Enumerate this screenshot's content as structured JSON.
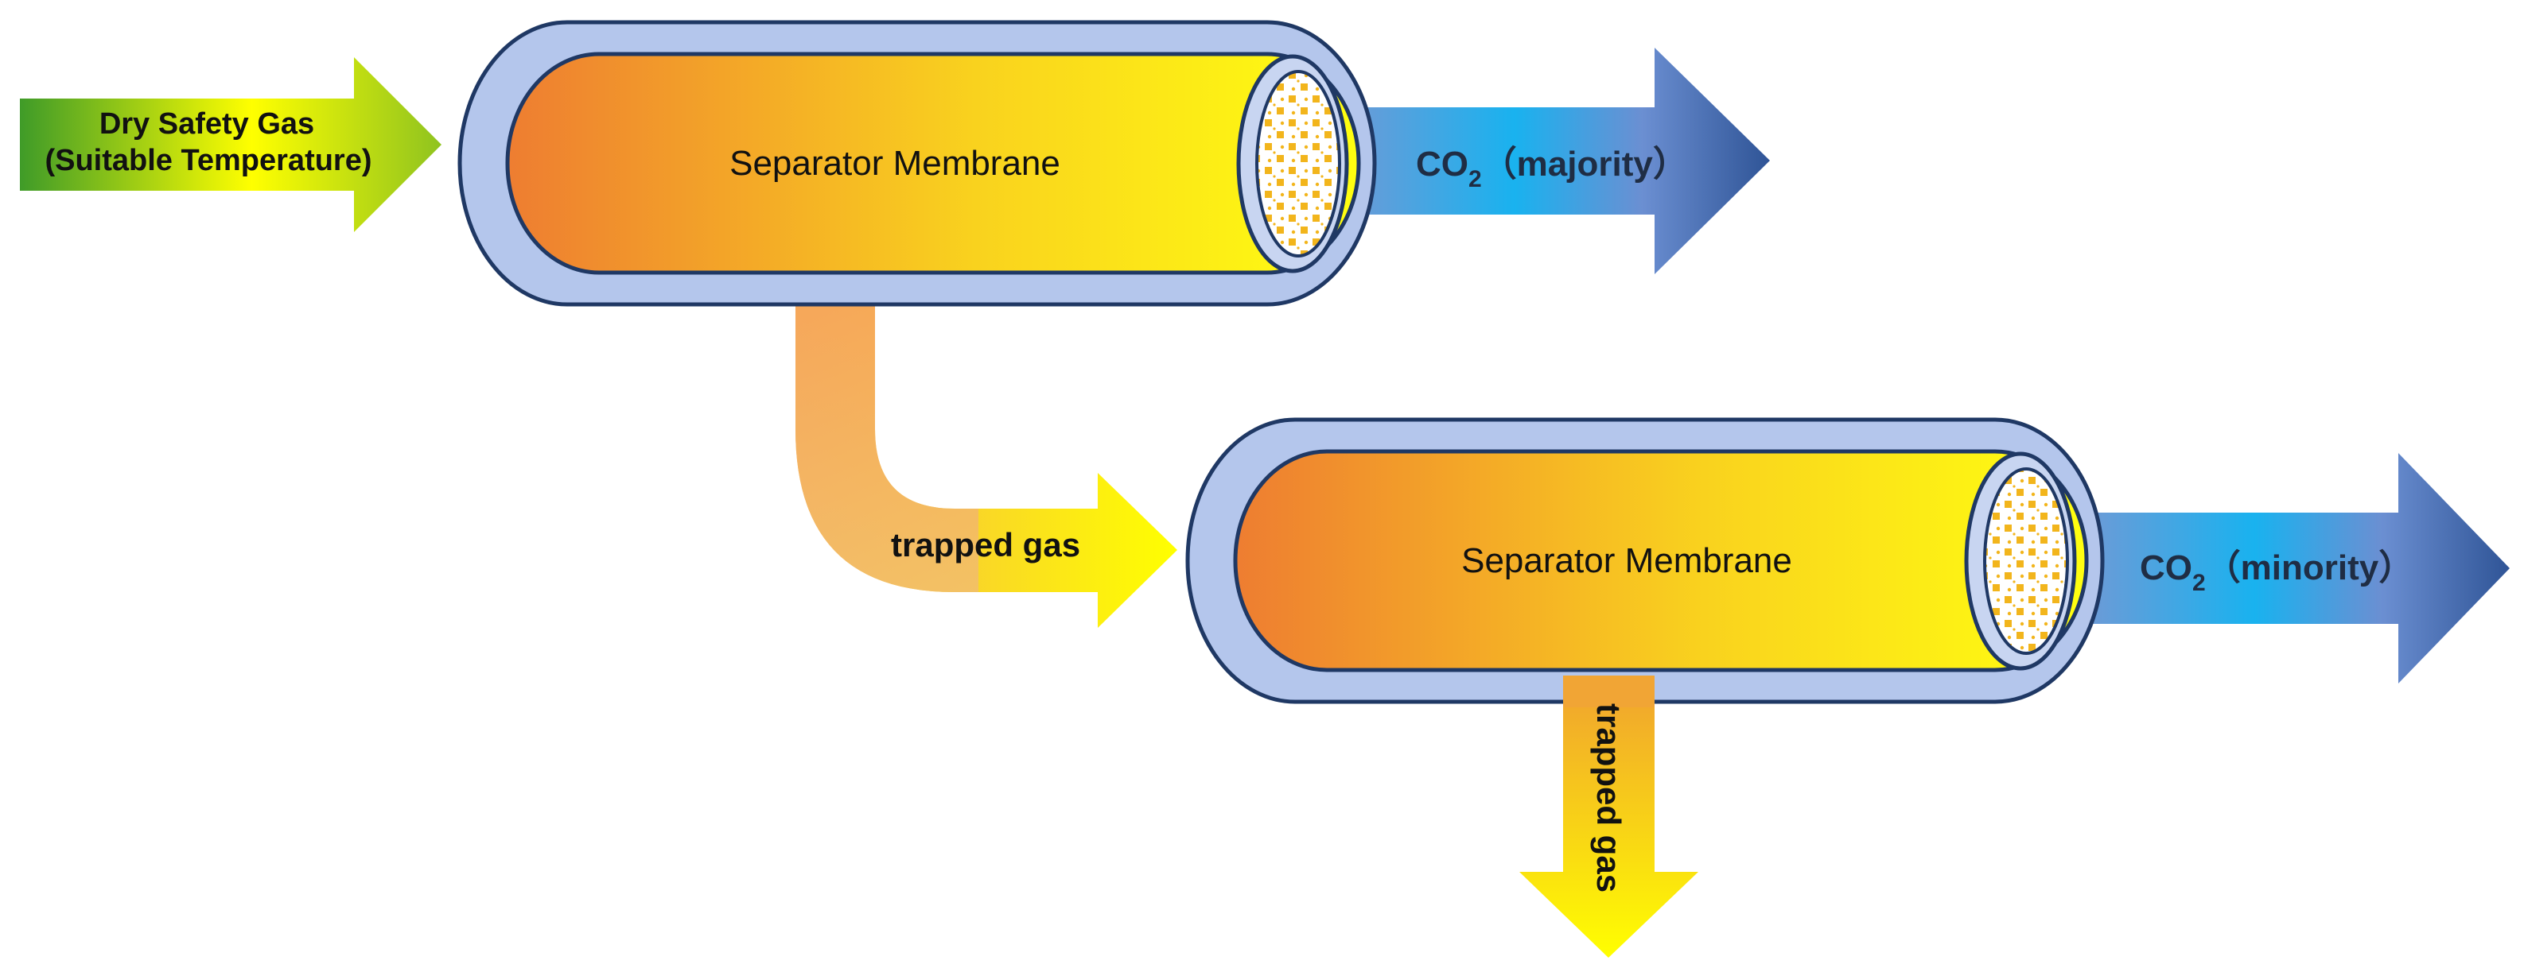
{
  "colors": {
    "tube_outer_fill": "#b4c6ec",
    "tube_outline": "#1f3864",
    "membrane_warm": "#ee7d31",
    "membrane_yellow": "#ffff10",
    "arrow_green_dark": "#3f9b28",
    "arrow_yellow": "#ffff00",
    "co2_blue_light": "#19b2ef",
    "co2_blue_dark": "#2f5496",
    "flow_orange": "#f6a55d",
    "mesh_dot": "#f2b51c"
  },
  "icons": [
    "arrow-right-icon",
    "arrow-down-icon",
    "mesh-filter-icon"
  ],
  "input": {
    "line1": "Dry Safety Gas",
    "line2": "(Suitable Temperature)"
  },
  "stage1": {
    "membrane_label": "Separator Membrane",
    "co2": {
      "formula": "CO",
      "subscript": "2",
      "share": "（majority）"
    },
    "trapped_label": "trapped gas"
  },
  "stage2": {
    "membrane_label": "Separator Membrane",
    "co2": {
      "formula": "CO",
      "subscript": "2",
      "share": "（minority）"
    },
    "trapped_label": "trapped gas"
  }
}
